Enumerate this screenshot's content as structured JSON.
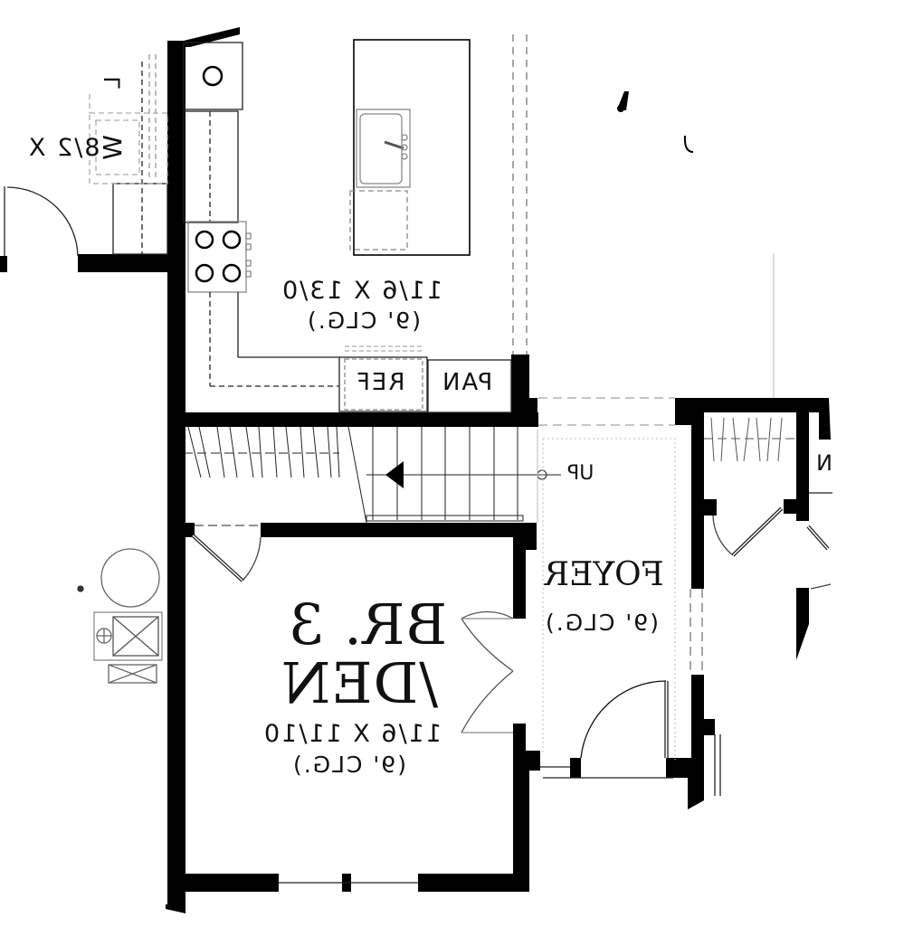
{
  "plan": {
    "orientation": "mirrored horizontally",
    "rooms": {
      "kitchen": {
        "dimensions": "11/6 X 13/0",
        "ceiling": "(9' CLG.)"
      },
      "bedroom": {
        "name_line1": "BR. 3",
        "name_line2": "/DEN",
        "dimensions": "11/6 X 11/10",
        "ceiling": "(9' CLG.)"
      },
      "foyer": {
        "name": "FOYER",
        "ceiling": "(9' CLG.)"
      },
      "laundry": {
        "dimensions_partial": "8/2 X",
        "washer": "W",
        "dryer_label": "L"
      }
    },
    "fixtures": {
      "refrigerator": "REF",
      "pantry": "PAN",
      "stair_direction": "UP",
      "closet_partial_label": "N"
    },
    "icons": {
      "sink": "sink-icon",
      "range": "cooktop-icon",
      "stair_arrow": "arrow-left-icon",
      "water_heater": "water-heater-icon",
      "furnace": "furnace-icon"
    },
    "colors": {
      "wall": "#000000",
      "line": "#222222",
      "dashed": "#666666",
      "background": "#ffffff"
    }
  }
}
